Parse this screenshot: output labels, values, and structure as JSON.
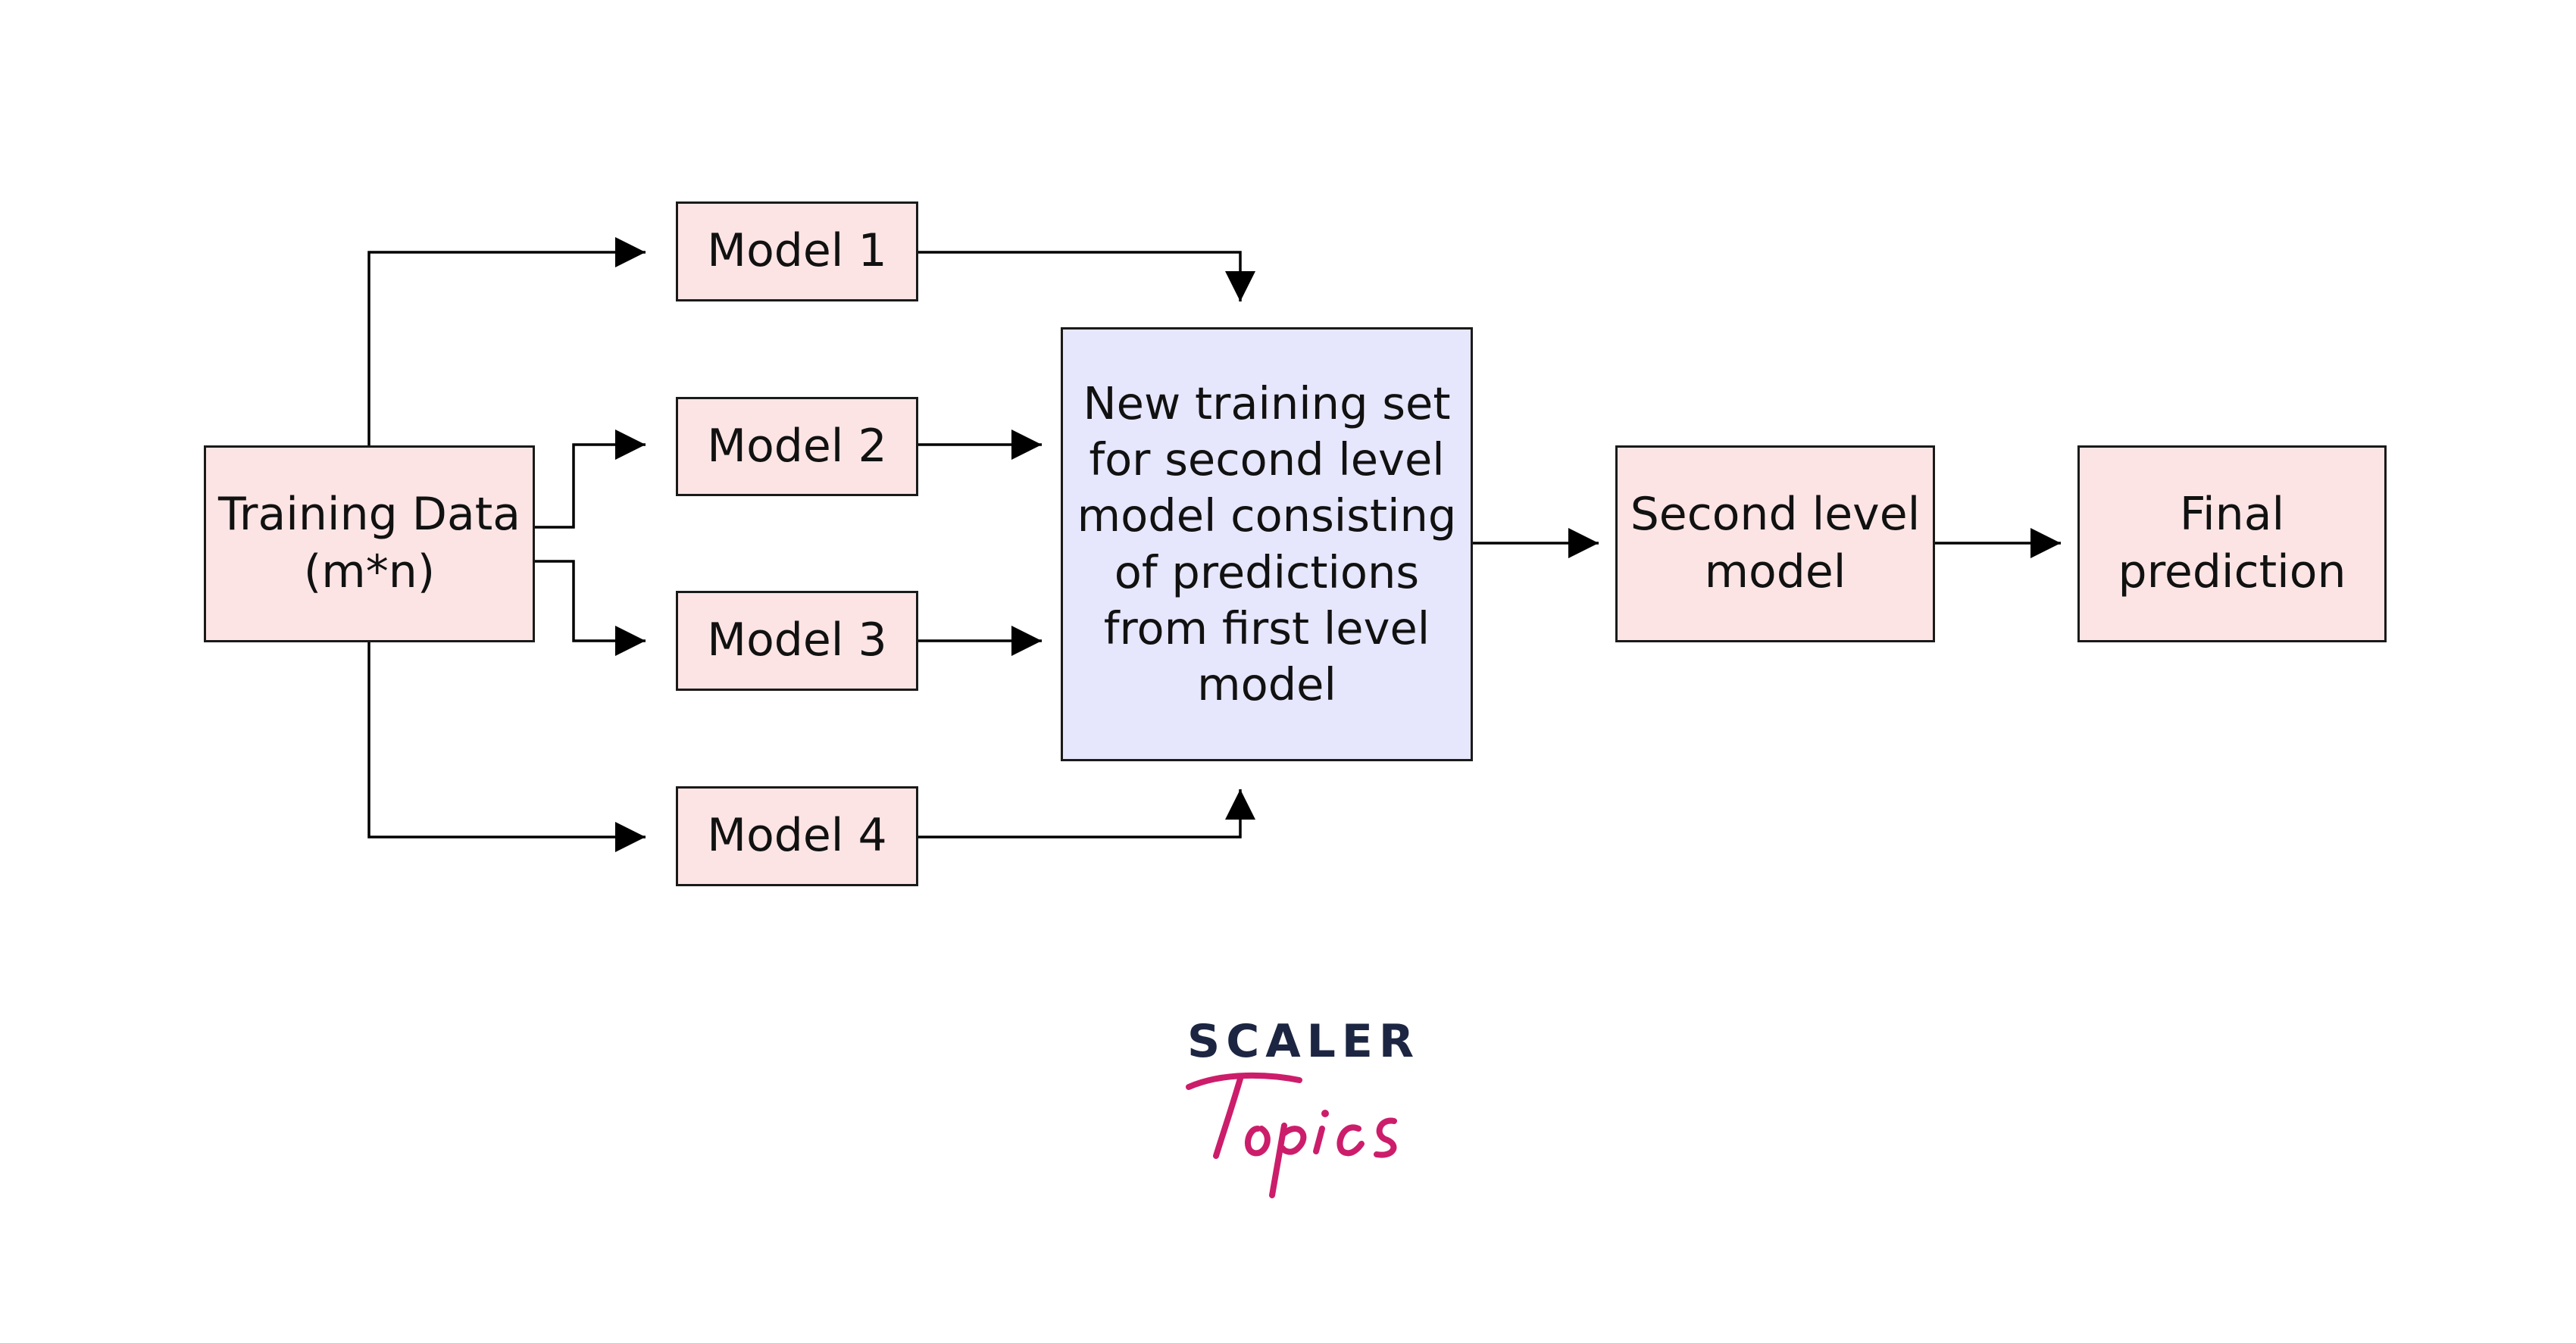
{
  "colors": {
    "box_fill": "#fce4e4",
    "central_box_fill": "#e6e6fc",
    "stroke": "#1a1a1a",
    "logo_dark": "#1c2642",
    "logo_pink": "#cc1d6b"
  },
  "nodes": {
    "training_data": "Training Data\n(m*n)",
    "model_1": "Model 1",
    "model_2": "Model 2",
    "model_3": "Model 3",
    "model_4": "Model 4",
    "new_training_set": "New training set\nfor second level\nmodel consisting\nof predictions\nfrom first level\nmodel",
    "second_level_model": "Second level\nmodel",
    "final_prediction": "Final\nprediction"
  },
  "logo": {
    "word": "SCALER",
    "script": "Topics"
  }
}
